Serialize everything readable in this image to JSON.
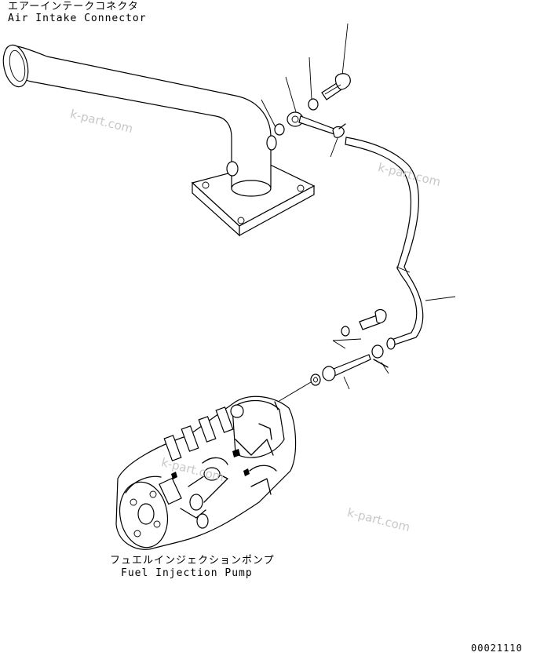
{
  "labels": {
    "air_intake_jp": "エアーインテークコネクタ",
    "air_intake_en": "Air Intake Connector",
    "fuel_pump_jp": "フュエルインジェクションポンプ",
    "fuel_pump_en": "Fuel Injection Pump",
    "figure_number": "00021110"
  },
  "watermarks": [
    "k-part.com",
    "k-part.com",
    "k-part.com",
    "k-part.com"
  ]
}
